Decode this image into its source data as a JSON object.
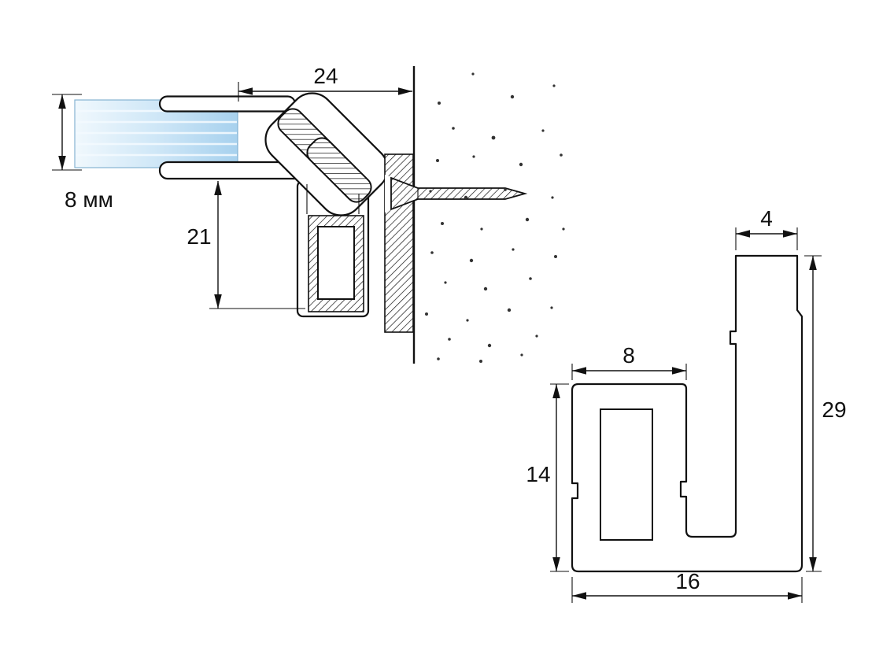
{
  "drawing": {
    "background": "#ffffff",
    "line_color": "#111111",
    "glass_color_light": "#eaf5fc",
    "glass_color_dark": "#a7d1ee",
    "assembly_view": {
      "dim_profile_width_top": "24",
      "dim_glass_thickness": "8 мм",
      "dim_profile_height": "21"
    },
    "profile_section_view": {
      "dim_neck_width": "4",
      "dim_channel_width": "8",
      "dim_channel_depth": "14",
      "dim_total_height": "29",
      "dim_total_width": "16"
    }
  }
}
